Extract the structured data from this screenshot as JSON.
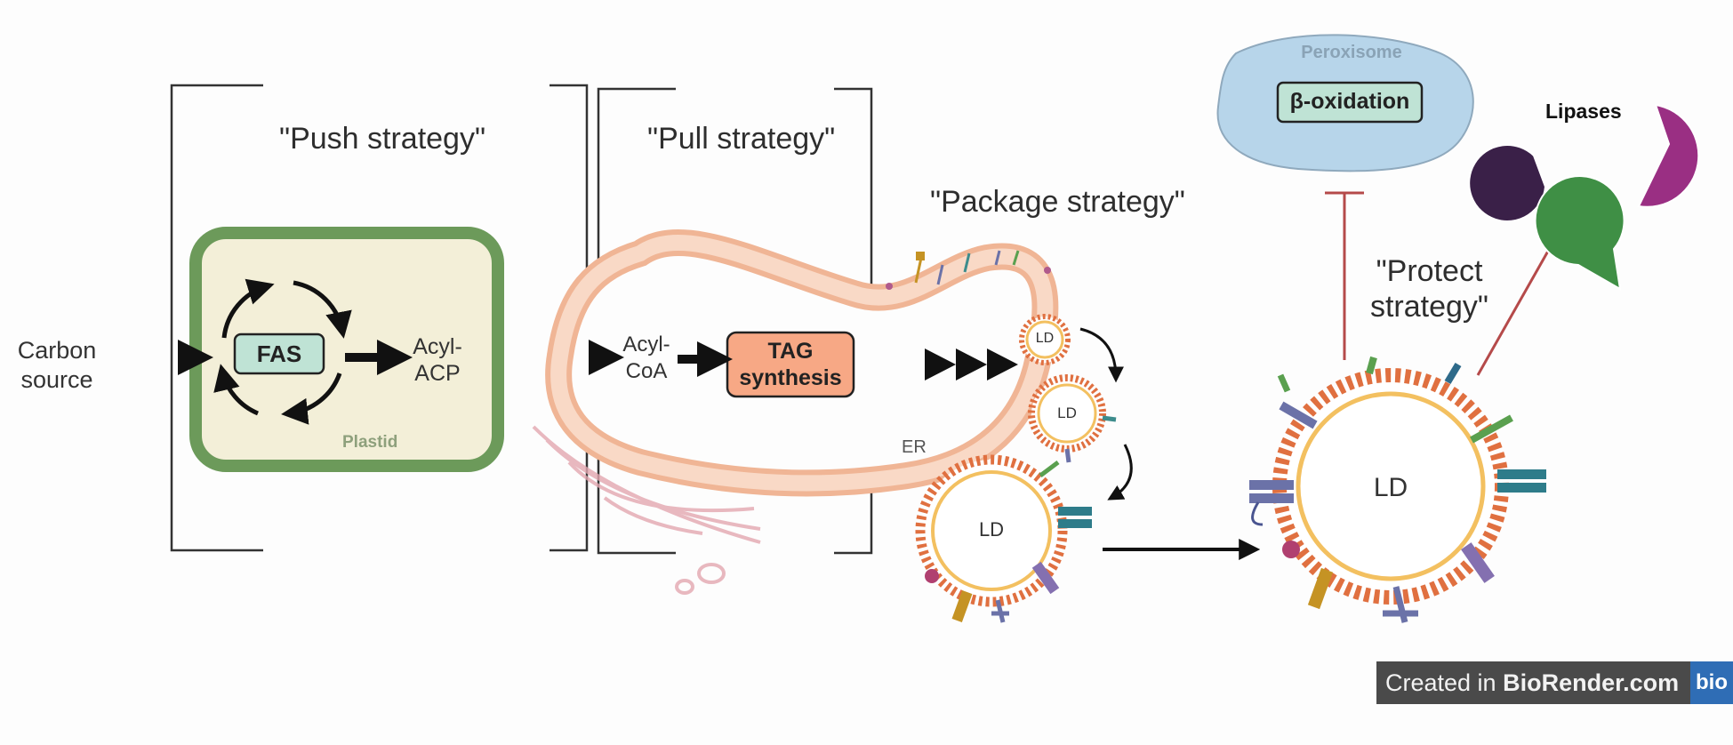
{
  "strategies": {
    "push": "\"Push strategy\"",
    "pull": "\"Pull strategy\"",
    "package": "\"Package strategy\"",
    "protect_line1": "\"Protect",
    "protect_line2": "strategy\""
  },
  "inputs": {
    "carbon_line1": "Carbon",
    "carbon_line2": "source"
  },
  "plastid": {
    "enzyme": "FAS",
    "label": "Plastid",
    "product_line1": "Acyl-",
    "product_line2": "ACP"
  },
  "er": {
    "substrate_line1": "Acyl-",
    "substrate_line2": "CoA",
    "process_line1": "TAG",
    "process_line2": "synthesis",
    "label": "ER"
  },
  "lipid_droplets": {
    "small1": "LD",
    "small2": "LD",
    "medium": "LD",
    "large": "LD"
  },
  "peroxisome": {
    "title": "Peroxisome",
    "process": "β-oxidation"
  },
  "lipases": {
    "title": "Lipases"
  },
  "watermark": {
    "text_prefix": "Created in ",
    "text_brand": "BioRender.com",
    "logo": "bio"
  },
  "colors": {
    "plastid_fill": "#f3efd8",
    "plastid_border": "#6c9a5a",
    "fas_fill": "#bfe3d5",
    "er_fill": "#f6c9b1",
    "tag_fill": "#f7a885",
    "peroxisome_fill": "#b7d5ea",
    "inhibit": "#b54a4a",
    "lipase_dark": "#3a2048",
    "lipase_magenta": "#9a2f83",
    "lipase_green": "#3f8f45"
  }
}
